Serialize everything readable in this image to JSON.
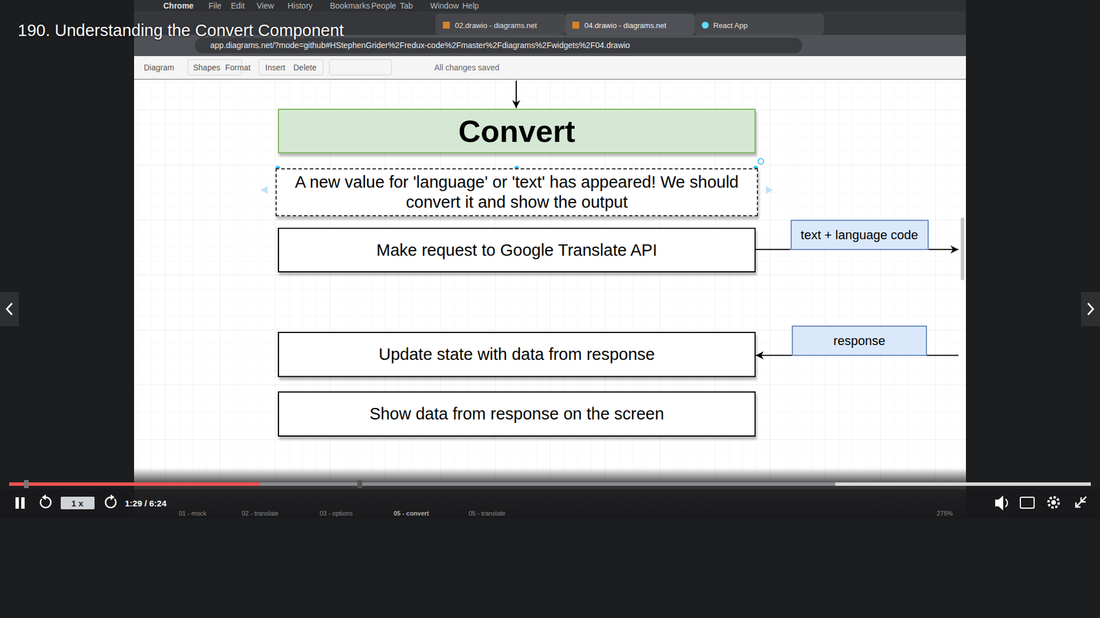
{
  "diagram": {
    "title": "190. Understanding the Convert Component",
    "nodes": [
      {
        "text": [
          "Convert"
        ]
      },
      {
        "text": [
          "A new value for 'language' or 'text' has appeared! We should convert it and show the output"
        ]
      },
      {
        "text": [
          "Make request to Google Translate API"
        ]
      },
      {
        "text": [
          "Update state with data from response"
        ]
      },
      {
        "text": [
          "Show data from response on the screen"
        ]
      },
      {
        "text": [
          "text + language code"
        ]
      },
      {
        "text": [
          "response"
        ]
      }
    ],
    "edges": [
      {
        "from": 2,
        "to": 5,
        "arrow": "none"
      },
      {
        "from": 6,
        "to": 3,
        "arrow": "to"
      }
    ],
    "labels": [
      "Chrome",
      "File",
      "Edit",
      "View",
      "History",
      "Bookmarks",
      "People",
      "Tab",
      "Window",
      "Help",
      "02.drawio - diagrams.net",
      "04.drawio - diagrams.net",
      "React App",
      "app.diagrams.net/?mode=github#HStephenGrider%2Fredux-code%2Fmaster%2Fdiagrams%2Fwidgets%2F04.drawio",
      "Diagram",
      "Shapes",
      "Format",
      "Insert",
      "Delete",
      "All changes saved",
      "1 x",
      "1:29 / 6:24",
      "01 - mock",
      "02 - translate",
      "03 - options",
      "05 - convert",
      "05 - translate",
      "275%"
    ]
  }
}
